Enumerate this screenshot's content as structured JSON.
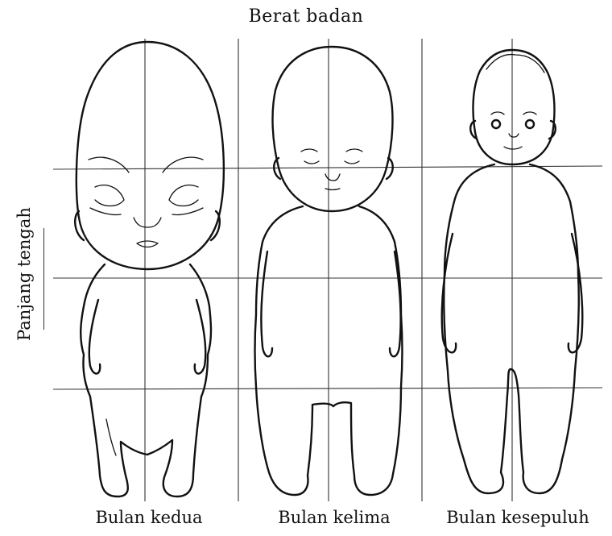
{
  "title": "Berat badan",
  "side_label": "Panjang tengah",
  "captions": [
    "Bulan kedua",
    "Bulan kelima",
    "Bulan kesepuluh"
  ]
}
